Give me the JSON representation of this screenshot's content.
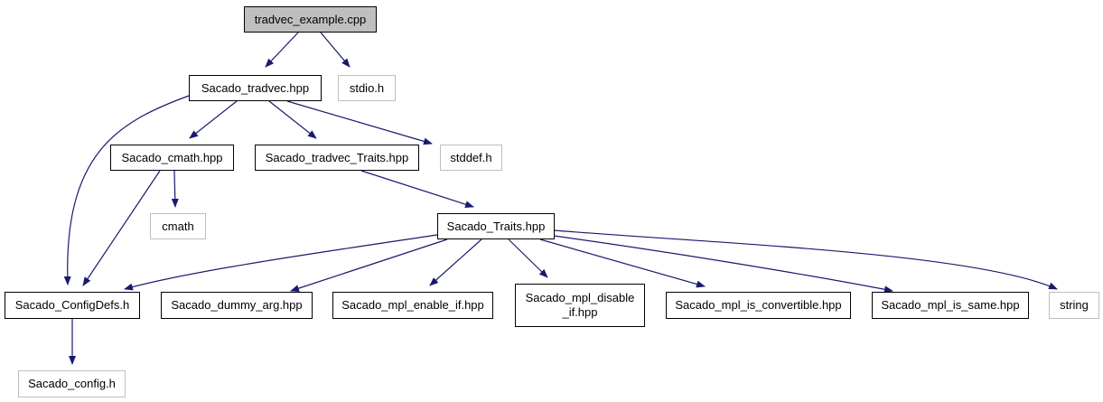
{
  "colors": {
    "edge": "#191970",
    "node_border": "#000000",
    "ext_border": "#bfbfbf",
    "root_fill": "#bfbfbf"
  },
  "nodes": {
    "root": "tradvec_example.cpp",
    "tradvec_hpp": "Sacado_tradvec.hpp",
    "stdio": "stdio.h",
    "cmath_hpp": "Sacado_cmath.hpp",
    "traits_tradvec": "Sacado_tradvec_Traits.hpp",
    "stddef": "stddef.h",
    "cmath": "cmath",
    "traits": "Sacado_Traits.hpp",
    "configdefs": "Sacado_ConfigDefs.h",
    "dummy_arg": "Sacado_dummy_arg.hpp",
    "enable_if": "Sacado_mpl_enable_if.hpp",
    "disable_if": "Sacado_mpl_disable\n_if.hpp",
    "is_convertible": "Sacado_mpl_is_convertible.hpp",
    "is_same": "Sacado_mpl_is_same.hpp",
    "string": "string",
    "config_h": "Sacado_config.h"
  },
  "edges": [
    [
      "root",
      "tradvec_hpp"
    ],
    [
      "root",
      "stdio"
    ],
    [
      "tradvec_hpp",
      "configdefs"
    ],
    [
      "tradvec_hpp",
      "cmath_hpp"
    ],
    [
      "tradvec_hpp",
      "traits_tradvec"
    ],
    [
      "tradvec_hpp",
      "stddef"
    ],
    [
      "cmath_hpp",
      "cmath"
    ],
    [
      "cmath_hpp",
      "configdefs"
    ],
    [
      "traits_tradvec",
      "traits"
    ],
    [
      "traits",
      "configdefs"
    ],
    [
      "traits",
      "dummy_arg"
    ],
    [
      "traits",
      "enable_if"
    ],
    [
      "traits",
      "disable_if"
    ],
    [
      "traits",
      "is_convertible"
    ],
    [
      "traits",
      "is_same"
    ],
    [
      "traits",
      "string"
    ],
    [
      "configdefs",
      "config_h"
    ]
  ]
}
